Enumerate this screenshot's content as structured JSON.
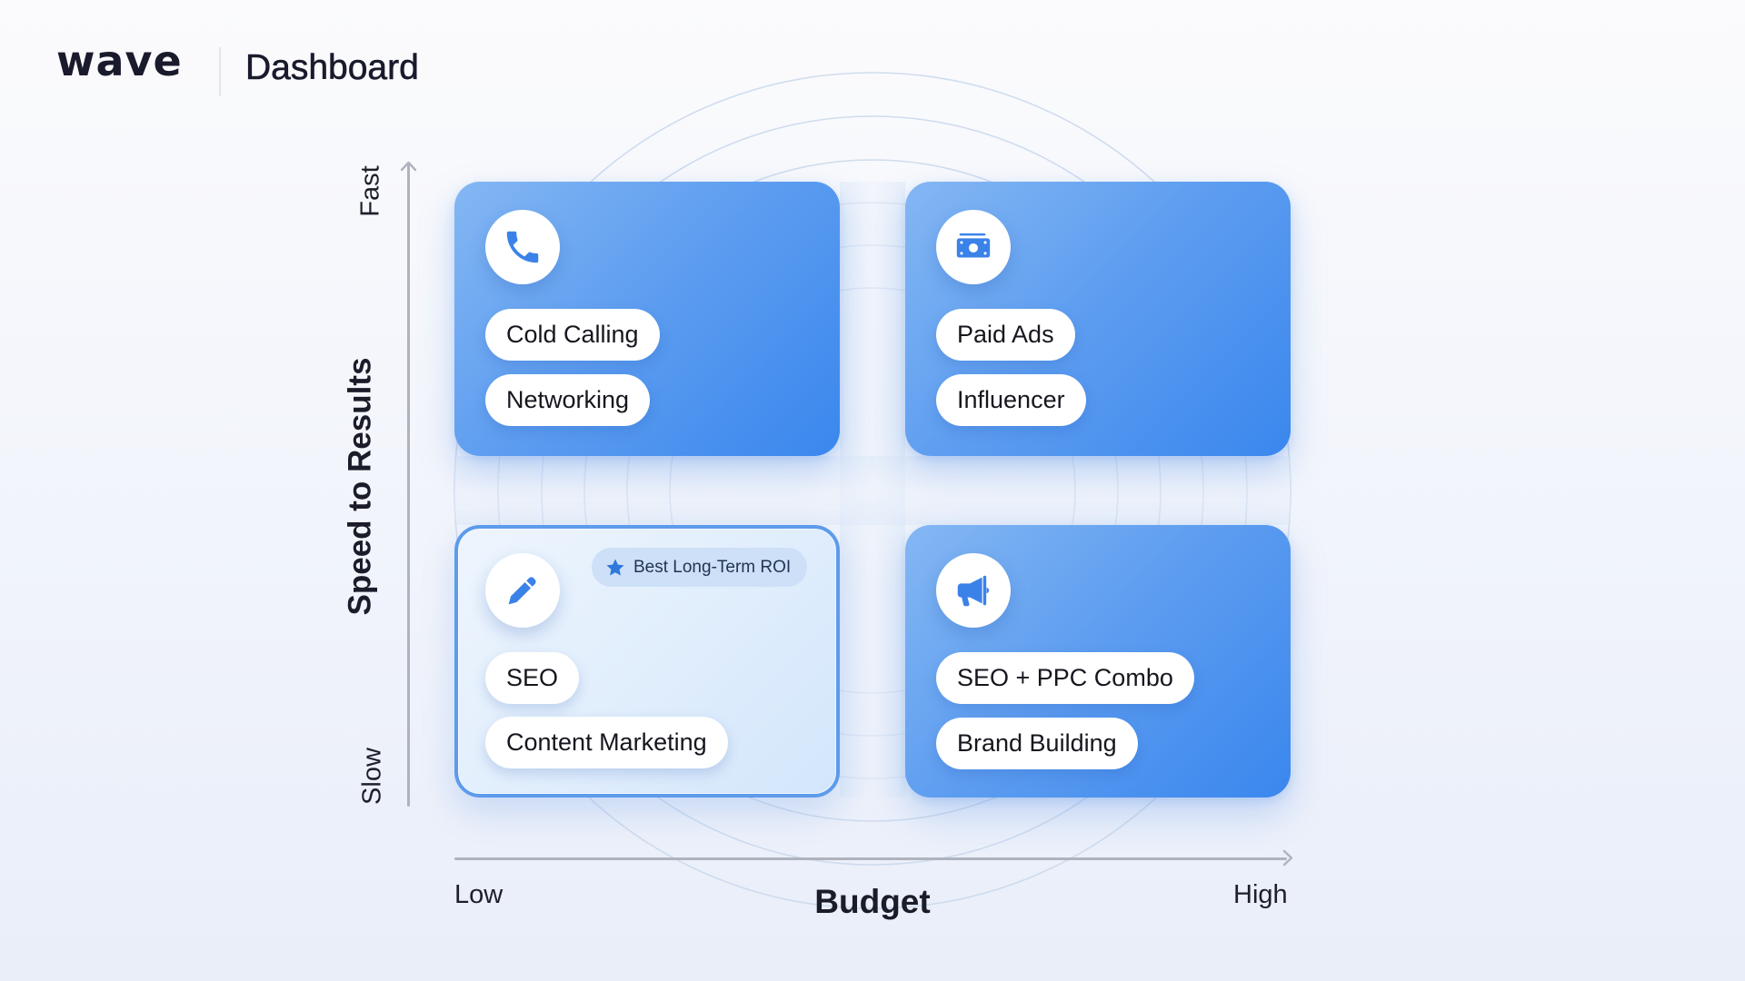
{
  "header": {
    "logo": "wave",
    "title": "Dashboard"
  },
  "axes": {
    "y": {
      "title": "Speed to Results",
      "high_label": "Fast",
      "low_label": "Slow"
    },
    "x": {
      "title": "Budget",
      "low_label": "Low",
      "high_label": "High"
    }
  },
  "quadrants": [
    {
      "position": "top-left",
      "budget": "Low",
      "speed": "Fast",
      "icon": "phone-icon",
      "items": [
        "Cold Calling",
        "Networking"
      ]
    },
    {
      "position": "top-right",
      "budget": "High",
      "speed": "Fast",
      "icon": "cash-icon",
      "items": [
        "Paid Ads",
        "Influencer"
      ]
    },
    {
      "position": "bottom-left",
      "budget": "Low",
      "speed": "Slow",
      "icon": "pencil-icon",
      "badge": {
        "icon": "star-icon",
        "label": "Best Long-Term ROI"
      },
      "highlighted": true,
      "items": [
        "SEO",
        "Content Marketing"
      ]
    },
    {
      "position": "bottom-right",
      "budget": "High",
      "speed": "Slow",
      "icon": "megaphone-icon",
      "items": [
        "SEO + PPC Combo",
        "Brand Building"
      ]
    }
  ],
  "colors": {
    "card_gradient_start": "#84b7f3",
    "card_gradient_end": "#3a87ee",
    "icon_blue": "#3b82e8",
    "highlight_border": "#5d9beb",
    "badge_bg": "#cde0f7",
    "axis_gray": "#aeb3bd",
    "text_dark": "#191a2c"
  }
}
